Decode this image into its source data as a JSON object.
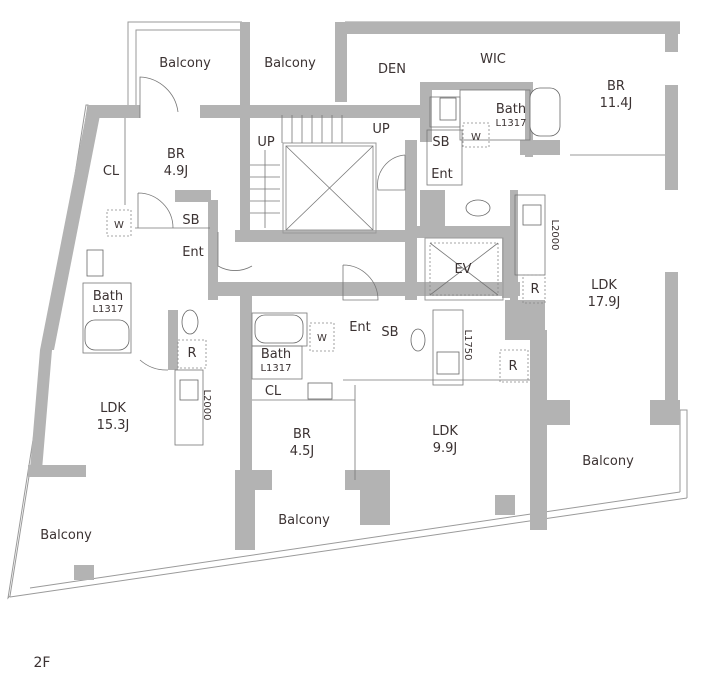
{
  "floor_label": "2F",
  "colors": {
    "wall": "#b3b3b3",
    "text": "#3b3232",
    "outline": "#9a9a9a"
  },
  "rooms": {
    "balcony_nw1": "Balcony",
    "balcony_nw2": "Balcony",
    "den": "DEN",
    "wic": "WIC",
    "br_ne": {
      "name": "BR",
      "size": "11.4J"
    },
    "bath_ne": {
      "name": "Bath",
      "size": "L1317"
    },
    "sb_ne": "SB",
    "ent_ne": "Ent",
    "w_ne": "W",
    "up_left": "UP",
    "up_right": "UP",
    "cl_nw": "CL",
    "br_nw": {
      "name": "BR",
      "size": "4.9J"
    },
    "w_nw": "W",
    "sb_nw": "SB",
    "ent_nw": "Ent",
    "ev": "EV",
    "ldk_e": {
      "name": "LDK",
      "size": "17.9J"
    },
    "kitchen_e": "L2000",
    "r_e": "R",
    "bath_w": {
      "name": "Bath",
      "size": "L1317"
    },
    "r_w": "R",
    "ldk_w": {
      "name": "LDK",
      "size": "15.3J"
    },
    "kitchen_w": "L2000",
    "ent_c": "Ent",
    "sb_c": "SB",
    "w_c": "W",
    "bath_c": {
      "name": "Bath",
      "size": "L1317"
    },
    "kitchen_c": "L1750",
    "r_c": "R",
    "cl_c": "CL",
    "br_c": {
      "name": "BR",
      "size": "4.5J"
    },
    "ldk_c": {
      "name": "LDK",
      "size": "9.9J"
    },
    "balcony_e": "Balcony",
    "balcony_c": "Balcony",
    "balcony_sw": "Balcony"
  }
}
